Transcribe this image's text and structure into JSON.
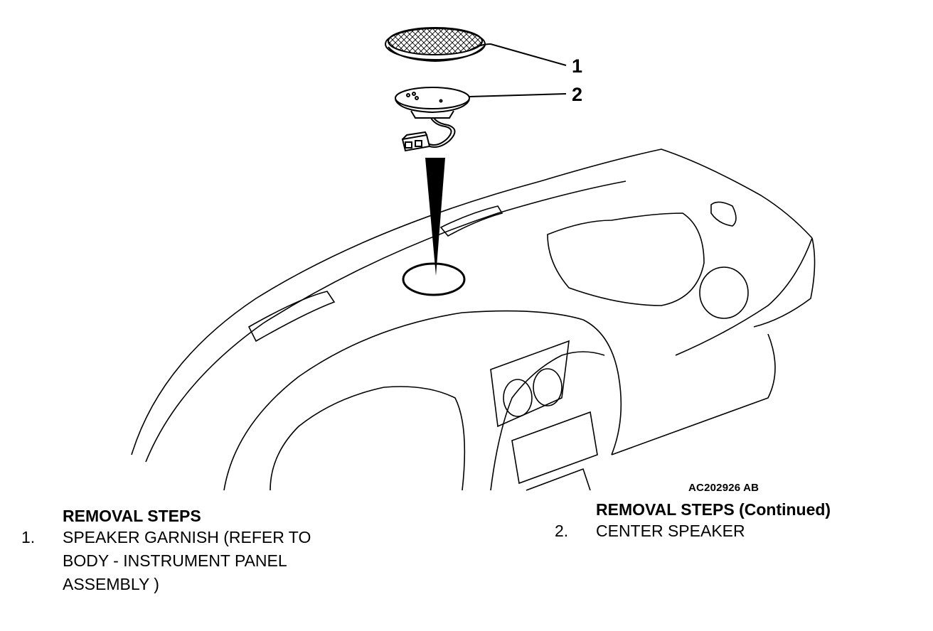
{
  "figure": {
    "code": "AC202926 AB",
    "callouts": [
      {
        "number": "1",
        "part": "speaker-garnish"
      },
      {
        "number": "2",
        "part": "center-speaker"
      }
    ]
  },
  "removal_steps_left": {
    "title": "REMOVAL STEPS",
    "steps": [
      {
        "number": "1.",
        "lines": [
          "SPEAKER GARNISH (REFER TO",
          "BODY - INSTRUMENT PANEL",
          "ASSEMBLY )"
        ]
      }
    ]
  },
  "removal_steps_right": {
    "title": "REMOVAL STEPS (Continued)",
    "steps": [
      {
        "number": "2.",
        "lines": [
          "CENTER SPEAKER"
        ]
      }
    ]
  }
}
